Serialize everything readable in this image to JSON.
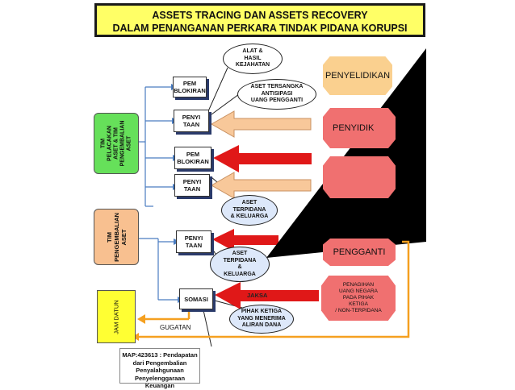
{
  "title": {
    "line1": "ASSETS TRACING DAN ASSETS RECOVERY",
    "line2": "DALAM PENANGANAN PERKARA TINDAK PIDANA KORUPSI"
  },
  "left_boxes": {
    "tim_pelacakan": "TIM PELACAKAN ASET & TIM PENGEMBALIAN ASET",
    "tim_pengembalian": "TIM PENGEMBALIAN ASET",
    "jam_datun": "JAM DATUN"
  },
  "process_boxes": {
    "pemblokiran1": [
      "PEM",
      "BLOKIRAN"
    ],
    "penyitaan1": [
      "PENYI",
      "TAAN"
    ],
    "pemblokiran2": [
      "PEM",
      "BLOKIRAN"
    ],
    "penyitaan2": [
      "PENYI",
      "TAAN"
    ],
    "penyitaan3": [
      "PENYI",
      "TAAN"
    ],
    "somasi": "SOMASI"
  },
  "ellipses": {
    "alat_hasil": [
      "ALAT &",
      "HASIL",
      "KEJAHATAN"
    ],
    "aset_tersangka": [
      "ASET TERSANGKA",
      "ANTISIPASI",
      "UANG PENGGANTI"
    ],
    "aset_terpidana1": [
      "ASET",
      "TERPIDANA",
      "& KELUARGA"
    ],
    "aset_terpidana2": [
      "ASET",
      "TERPIDANA",
      "&",
      "KELUARGA"
    ],
    "pihak_ketiga": [
      "PIHAK KETIGA",
      "YANG MENERIMA",
      "ALIRAN DANA"
    ]
  },
  "right_stages": {
    "penyelidikan": "PENYELIDIKAN",
    "penyidikan": "PENYIDIK",
    "pengganti": "PENGGANTI",
    "penagihan": [
      "PENAGIHAN",
      "UANG NEGARA",
      "PADA PIHAK",
      "KETIGA",
      "/ NON-TERPIDANA"
    ]
  },
  "labels": {
    "jaksa": "JAKSA",
    "gugatan": "GUGATAN"
  },
  "note": [
    "MAP:423613 : Pendapatan",
    "dari Pengembalian",
    "Penyalahgunaan",
    "Penyelenggaraan Keuangan"
  ],
  "colors": {
    "title_fill": "#ffff66",
    "green": "#66e05a",
    "peach": "#f8c090",
    "yellow": "#ffff33",
    "orange_arrow": "#f8c89a",
    "red_arrow": "#e01818",
    "pink": "#f07070",
    "light_orange": "#fad08f",
    "ellipse_fill": "#dde8fa",
    "connector_blue": "#4a7cc0",
    "gugatan_orange": "#f5a020"
  }
}
